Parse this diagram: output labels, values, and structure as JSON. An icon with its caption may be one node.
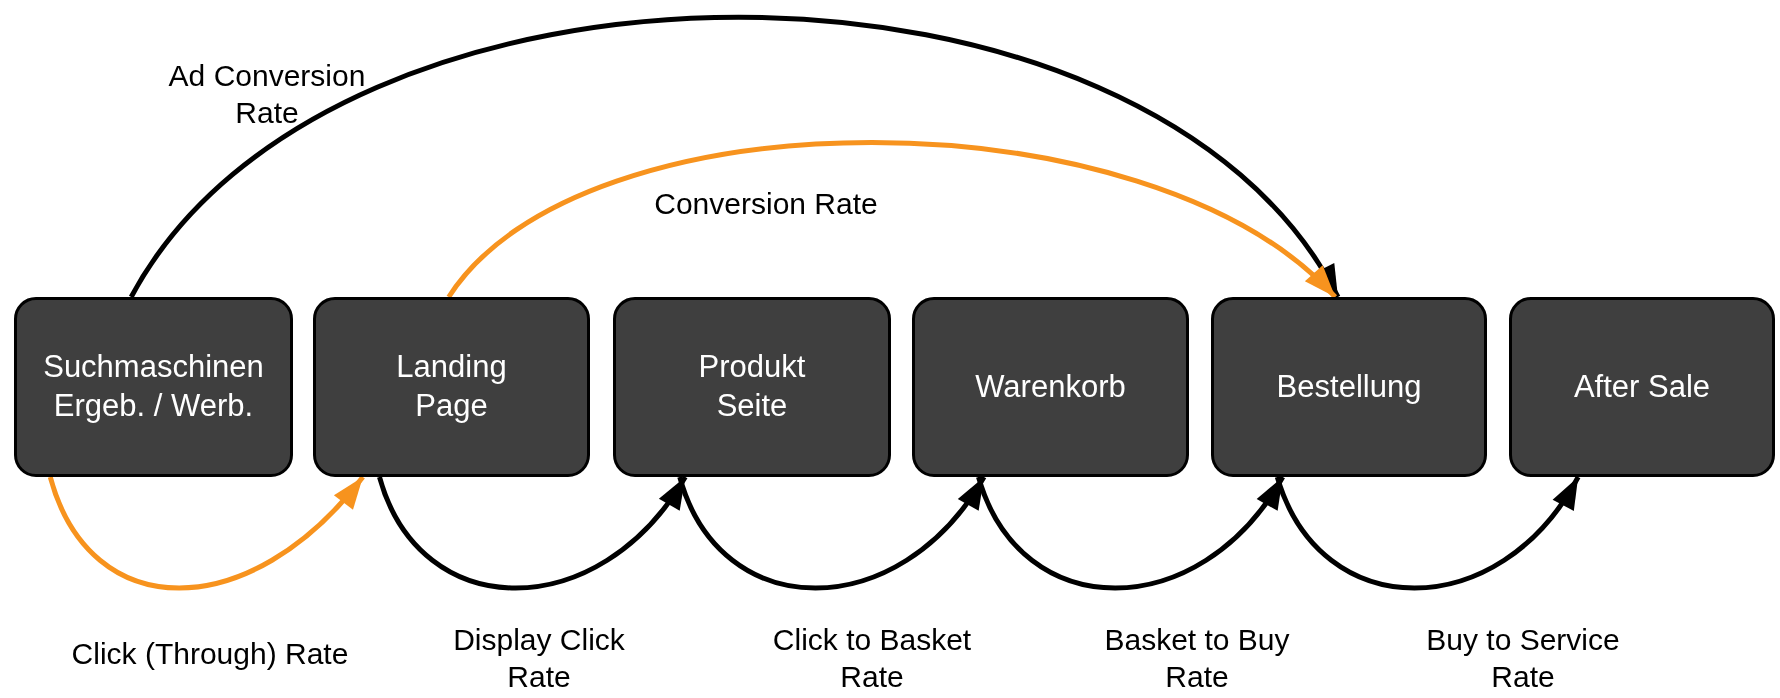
{
  "diagram": {
    "nodes": [
      {
        "text": [
          "Suchmaschinen Ergeb. /  Werb."
        ]
      },
      {
        "text": [
          "Landing Page"
        ]
      },
      {
        "text": [
          "Produkt Seite"
        ]
      },
      {
        "text": [
          "Warenkorb"
        ]
      },
      {
        "text": [
          "Bestellung"
        ]
      },
      {
        "text": [
          "After Sale"
        ]
      }
    ],
    "edges": [
      {
        "from": 0,
        "to": 1,
        "arrow": "to",
        "label": "Click (Through) Rate",
        "color": "#f7931e"
      },
      {
        "from": 1,
        "to": 2,
        "arrow": "to",
        "label": "Display Click Rate"
      },
      {
        "from": 2,
        "to": 3,
        "arrow": "to",
        "label": "Click to Basket Rate"
      },
      {
        "from": 3,
        "to": 4,
        "arrow": "to",
        "label": "Basket to Buy Rate"
      },
      {
        "from": 4,
        "to": 5,
        "arrow": "to",
        "label": "Buy to Service Rate"
      },
      {
        "from": 0,
        "to": 4,
        "arrow": "to",
        "label": "Ad Conversion Rate"
      },
      {
        "from": 1,
        "to": 4,
        "arrow": "to",
        "label": "Conversion Rate",
        "color": "#f7931e"
      }
    ]
  }
}
